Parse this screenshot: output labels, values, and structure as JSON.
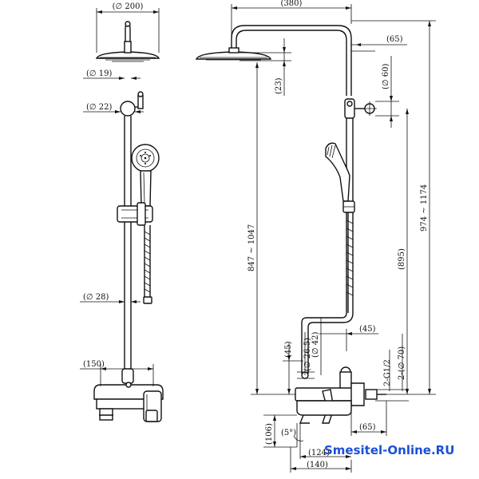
{
  "dimensions": {
    "head_diameter": "(∅ 200)",
    "arm_length": "(380)",
    "arm_drop": "(65)",
    "head_neck_diameter": "(∅ 19)",
    "head_thickness": "(23)",
    "holder_diameter_22": "(∅ 22)",
    "holder_diameter_60": "(∅ 60)",
    "total_height": "847 ~ 1047",
    "adjust_height": "974 ~ 1174",
    "rail_height": "(895)",
    "rail_diameter": "(∅ 28)",
    "mixer_width": "(150)",
    "offset_45_top": "(45)",
    "offset_45_side": "(45)",
    "nut_diameter": "(∅ 26.5)",
    "outlet_diameter": "(∅ 42)",
    "thread": "2-G1/2",
    "flange_diameter": "2-(∅ 70)",
    "depth_65": "(65)",
    "spout_angle": "(5°)",
    "spout_drop": "(106)",
    "spout_reach_124": "(124)",
    "spout_reach_140": "(140)"
  },
  "watermark": "Smesitel-Online.RU"
}
